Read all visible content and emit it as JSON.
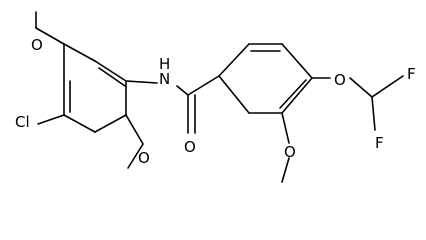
{
  "colors": {
    "bond": "#000000",
    "label": "#000000",
    "background": "#ffffff"
  },
  "atoms": {
    "o_top_left": "O",
    "cl": "Cl",
    "nh": "N\nH",
    "o_carbonyl": "O",
    "o_lower_left": "O",
    "o_ether": "O",
    "f_upper": "F",
    "f_lower": "F",
    "o_methoxy_right": "O"
  }
}
